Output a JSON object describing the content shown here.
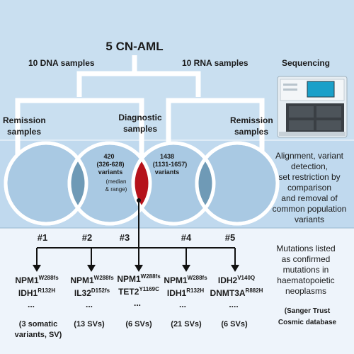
{
  "title": "5 CN-AML",
  "dna_label": "10 DNA samples",
  "rna_label": "10 RNA samples",
  "sequencing_label": "Sequencing",
  "remission_left": [
    "Remission",
    "samples"
  ],
  "diagnostic": [
    "Diagnostic",
    "samples"
  ],
  "remission_right": [
    "Remission",
    "samples"
  ],
  "dna_variants": {
    "count": "420",
    "range": "(326-628)",
    "unit": "variants",
    "note": [
      "(median",
      "& range)"
    ]
  },
  "rna_variants": {
    "count": "1438",
    "range": "(1131-1657)",
    "unit": "variants"
  },
  "alignment_text": [
    "Alignment, variant",
    "detection,",
    "set restriction by",
    "comparison",
    "and removal of",
    "common population",
    "variants"
  ],
  "mutations_text": [
    "Mutations listed",
    "as confirmed",
    "mutations in",
    "haematopoietic",
    "neoplasms"
  ],
  "source_text": [
    "(Sanger Trust",
    "Cosmic database"
  ],
  "cases": [
    {
      "number": "#1",
      "mutations": [
        {
          "gene": "NPM1",
          "variant": "W288fs"
        },
        {
          "gene": "IDH1",
          "variant": "R132H"
        }
      ],
      "ellipsis": "...",
      "summary": [
        "(3 somatic",
        "variants, SV)"
      ]
    },
    {
      "number": "#2",
      "mutations": [
        {
          "gene": "NPM1",
          "variant": "W288fs"
        },
        {
          "gene": "IL32",
          "variant": "D152fs"
        }
      ],
      "ellipsis": "...",
      "summary": [
        "(13 SVs)"
      ]
    },
    {
      "number": "#3",
      "mutations": [
        {
          "gene": "NPM1",
          "variant": "W288fs"
        },
        {
          "gene": "TET2",
          "variant": "Y1169C"
        }
      ],
      "ellipsis": "...",
      "summary": [
        "(6 SVs)"
      ]
    },
    {
      "number": "#4",
      "mutations": [
        {
          "gene": "NPM1",
          "variant": "W288fs"
        },
        {
          "gene": "IDH1",
          "variant": "R132H"
        }
      ],
      "ellipsis": "...",
      "summary": [
        "(21 SVs)"
      ]
    },
    {
      "number": "#5",
      "mutations": [
        {
          "gene": "IDH2",
          "variant": "V140Q"
        },
        {
          "gene": "DNMT3A",
          "variant": "R882H"
        }
      ],
      "ellipsis": "....",
      "summary": [
        "(6 SVs)"
      ]
    }
  ],
  "colors": {
    "top_band": "#c9dff0",
    "middle_band": "#c0d9ee",
    "bottom_band": "#eef4fb",
    "circle_fill": "#a9c9e3",
    "overlap_fill": "#6f9ab6",
    "center_overlap": "#b5121b",
    "tree_line": "#ffffff",
    "arrow": "#111111"
  }
}
